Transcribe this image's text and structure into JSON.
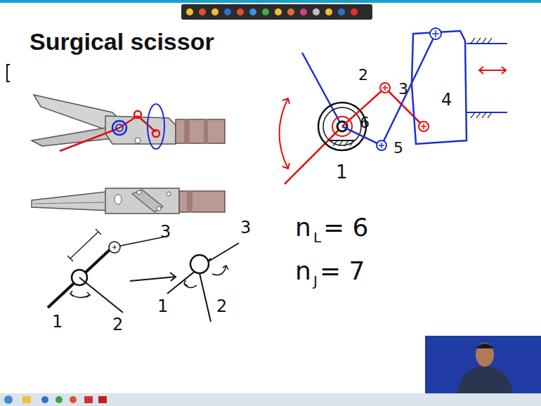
{
  "diagram": {
    "title": "Surgical scissor",
    "labels": [
      "2",
      "3",
      "6",
      "5",
      "4",
      "1",
      "1",
      "2",
      "3",
      "1",
      "2",
      "3",
      "n",
      "L",
      "= 6",
      "n",
      "J",
      "= 7"
    ]
  }
}
